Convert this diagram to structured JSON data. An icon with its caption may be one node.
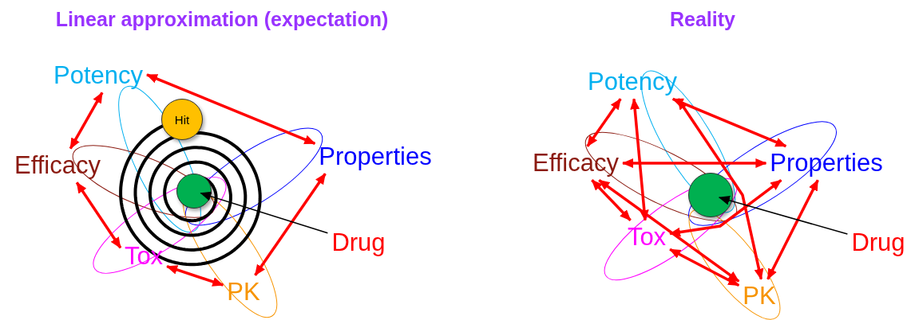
{
  "diagram": {
    "nodes": [
      {
        "text": [
          "Potency"
        ]
      },
      {
        "text": [
          "Efficacy"
        ]
      },
      {
        "text": [
          "Properties"
        ]
      },
      {
        "text": [
          "Tox"
        ]
      },
      {
        "text": [
          "PK"
        ]
      },
      {
        "text": [
          "Drug"
        ]
      },
      {
        "text": [
          "Hit"
        ]
      },
      {
        "text": [],
        "shape": "circle"
      },
      {
        "text": [
          "Potency"
        ]
      },
      {
        "text": [
          "Efficacy"
        ]
      },
      {
        "text": [
          "Properties"
        ]
      },
      {
        "text": [
          "Tox"
        ]
      },
      {
        "text": [
          "Drug"
        ]
      },
      {
        "text": [
          "PK"
        ]
      },
      {
        "text": [],
        "shape": "circle"
      }
    ],
    "edges": [
      {
        "from": 0,
        "to": 1,
        "arrow": "both"
      },
      {
        "from": 0,
        "to": 2,
        "arrow": "both"
      },
      {
        "from": 1,
        "to": 3,
        "arrow": "both"
      },
      {
        "from": 2,
        "to": 4,
        "arrow": "both"
      },
      {
        "from": 3,
        "to": 4,
        "arrow": "both"
      },
      {
        "from": 5,
        "to": 7,
        "arrow": "to",
        "color": "#000000"
      },
      {
        "from": 8,
        "to": 9,
        "arrow": "both"
      },
      {
        "from": 8,
        "to": 10,
        "arrow": "both"
      },
      {
        "from": 8,
        "to": 11,
        "arrow": "both"
      },
      {
        "from": 8,
        "to": 13,
        "arrow": "both"
      },
      {
        "from": 9,
        "to": 10,
        "arrow": "both"
      },
      {
        "from": 9,
        "to": 11,
        "arrow": "both"
      },
      {
        "from": 9,
        "to": 13,
        "arrow": "both"
      },
      {
        "from": 11,
        "to": 10,
        "arrow": "both"
      },
      {
        "from": 11,
        "to": 13,
        "arrow": "both"
      },
      {
        "from": 10,
        "to": 13,
        "arrow": "both"
      },
      {
        "from": 12,
        "to": 14,
        "arrow": "to",
        "color": "#000000"
      }
    ],
    "labels": [
      "Linear approximation (expectation)",
      "Reality"
    ]
  }
}
